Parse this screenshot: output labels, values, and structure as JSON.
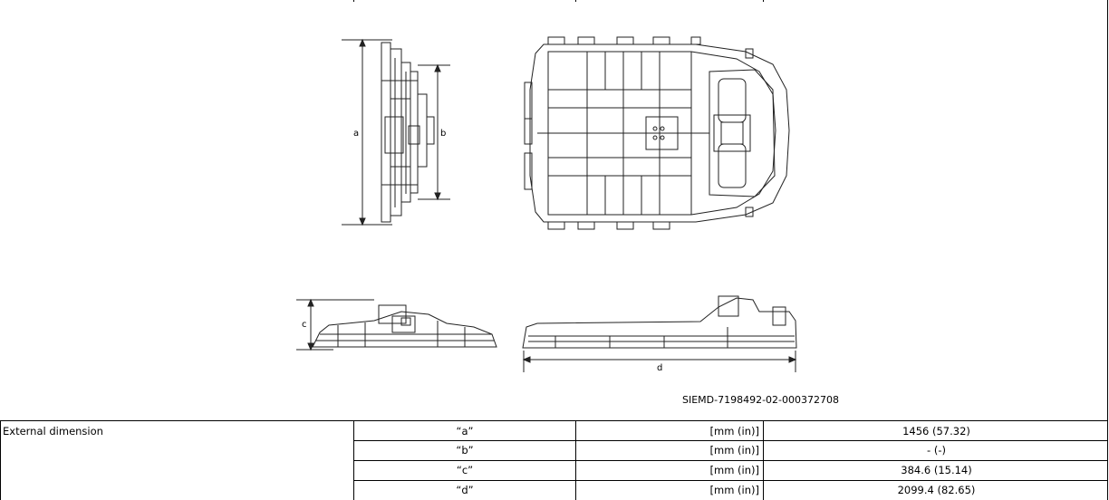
{
  "figure": {
    "caption": "SIEMD-7198492-02-000372708",
    "dim_labels": {
      "a": "a",
      "b": "b",
      "c": "c",
      "d": "d"
    }
  },
  "table": {
    "label": "External dimension",
    "rows": [
      {
        "key": "“a”",
        "unit": "[mm (in)]",
        "value": "1456 (57.32)"
      },
      {
        "key": "“b”",
        "unit": "[mm (in)]",
        "value": "- (-)"
      },
      {
        "key": "“c”",
        "unit": "[mm (in)]",
        "value": "384.6 (15.14)"
      },
      {
        "key": "“d”",
        "unit": "[mm (in)]",
        "value": "2099.4 (82.65)"
      }
    ]
  }
}
